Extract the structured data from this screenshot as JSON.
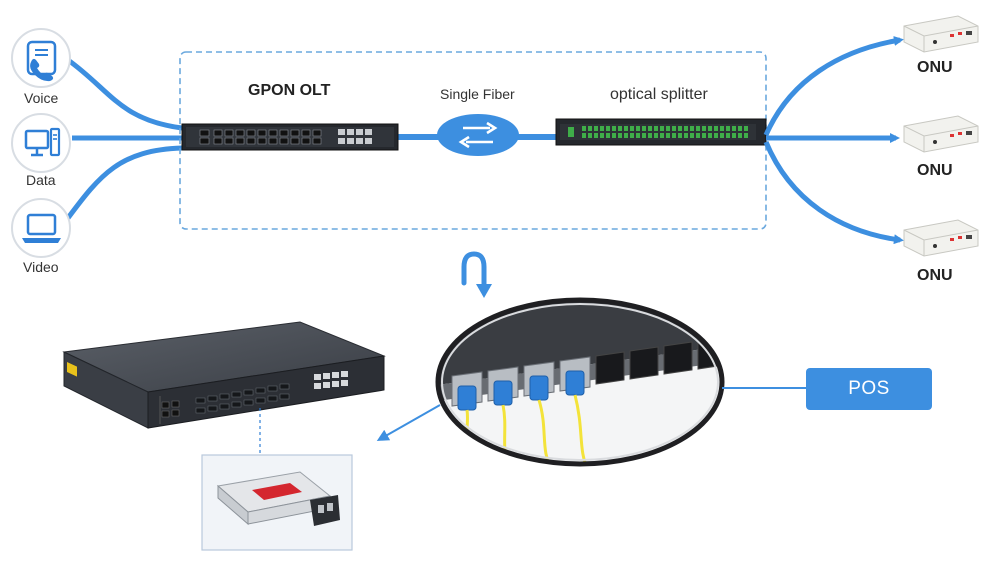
{
  "sources": [
    {
      "label": "Voice",
      "icon": "phone-icon"
    },
    {
      "label": "Data",
      "icon": "desktop-computer-icon"
    },
    {
      "label": "Video",
      "icon": "laptop-icon"
    }
  ],
  "olt_label": "GPON OLT",
  "fiber_label": "Single Fiber",
  "splitter_label": "optical splitter",
  "onus": [
    {
      "label": "ONU"
    },
    {
      "label": "ONU"
    },
    {
      "label": "ONU"
    }
  ],
  "pos_label": "POS",
  "colors": {
    "accent_blue": "#3d8fe0",
    "dashed_border": "#6aa8de",
    "device_dark": "#2a2d33",
    "splitter_green": "#3fae49",
    "fiber_yellow": "#f3e33a",
    "connector_blue": "#2f7fd6",
    "module_red": "#d4262e"
  }
}
